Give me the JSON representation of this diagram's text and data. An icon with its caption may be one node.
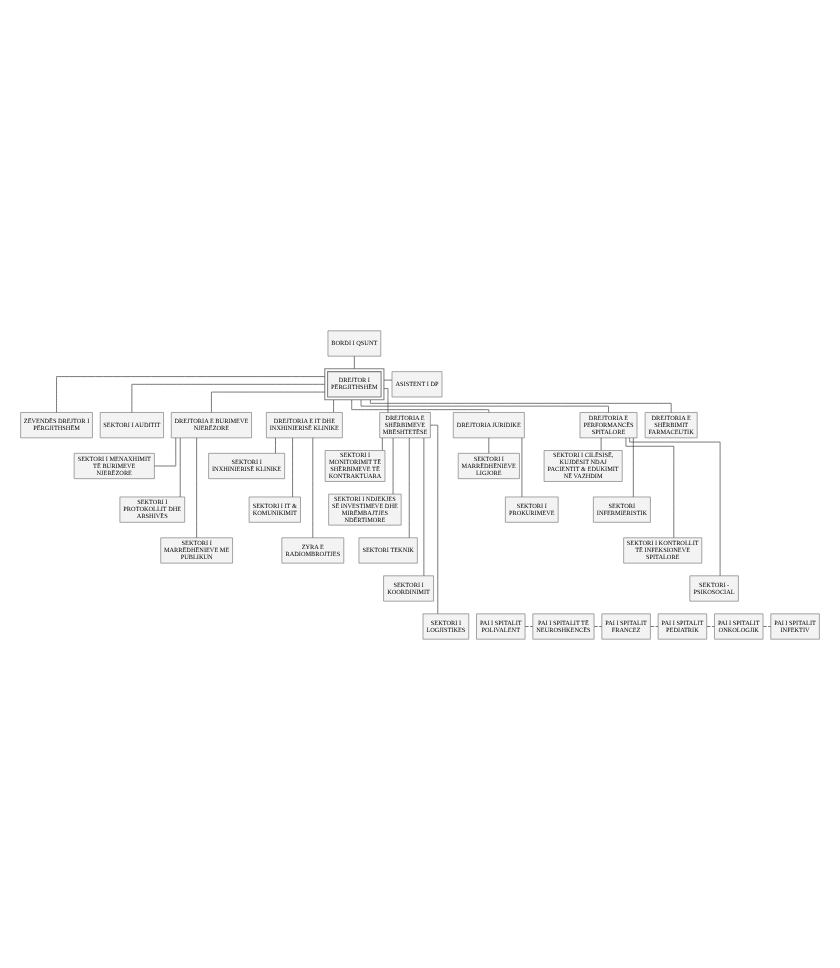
{
  "diagram": {
    "nodes": [
      {
        "text": [
          "BORDI I QSUNT"
        ]
      },
      {
        "text": [
          "DREJTOR I PËRGJITHSHËM"
        ]
      },
      {
        "text": [
          "ASISTENT I DP"
        ]
      },
      {
        "text": [
          "ZËVENDËS DREJTOR I PËRGJITHSHËM"
        ]
      },
      {
        "text": [
          "SEKTORI I AUDITIT"
        ]
      },
      {
        "text": [
          "DREJTORIA E BURIMEVE NJERËZORE"
        ]
      },
      {
        "text": [
          "SEKTORI I MENAXHIMIT TË BURIMEVE NJERËZORE"
        ]
      },
      {
        "text": [
          "SEKTORI I PROTOKOLLIT DHE ARSHIVËS"
        ]
      },
      {
        "text": [
          "SEKTORI I MARRËDHËNIEVE ME PUBLIKUN"
        ]
      },
      {
        "text": [
          "DREJTORIA E IT DHE INXHINIERISË KLINIKE"
        ]
      },
      {
        "text": [
          "SEKTORI I INXHINIERISË KLINIKE"
        ]
      },
      {
        "text": [
          "SEKTORI I IT & KOMUNIKIMIT"
        ]
      },
      {
        "text": [
          "ZYRA E RADIOMBROJTJES"
        ]
      },
      {
        "text": [
          "DREJTORIA E SHËRBIMEVE MBËSHTETËSE"
        ]
      },
      {
        "text": [
          "SEKTORI I MONITORIMIT TË SHËRBIMEVE TË KONTRAKTUARA"
        ]
      },
      {
        "text": [
          "SEKTORI I NDJEKJES SË INVESTIMEVE DHE MIRËMBAJTJES NDËRTIMORE"
        ]
      },
      {
        "text": [
          "SEKTORI TEKNIK"
        ]
      },
      {
        "text": [
          "SEKTORI I KOORDINIMIT"
        ]
      },
      {
        "text": [
          "SEKTORI I LOGJISTIKES"
        ]
      },
      {
        "text": [
          "DREJTORIA JURIDIKE"
        ]
      },
      {
        "text": [
          "SEKTORI I MARRËDHËNIEVE LIGJORE"
        ]
      },
      {
        "text": [
          "SEKTORI I PROKURIMEVE"
        ]
      },
      {
        "text": [
          "DREJTORIA E PERFORMANCËS SPITALORE"
        ]
      },
      {
        "text": [
          "SEKTORI I CILËSISË, KUJDESIT NDAJ PACIENTIT & EDUKIMIT NË VAZHDIM"
        ]
      },
      {
        "text": [
          "SEKTORI INFERMIERISTIK"
        ]
      },
      {
        "text": [
          "SEKTORI I KONTROLLIT TË INFEKSIONEVE SPITALORE"
        ]
      },
      {
        "text": [
          "SEKTORI - PSIKOSOCIAL"
        ]
      },
      {
        "text": [
          "DREJTORIA E SHËRBIMIT FARMACEUTIK"
        ]
      },
      {
        "text": [
          "PAI I SPITALIT POLIVALENT"
        ]
      },
      {
        "text": [
          "PAI I SPITALIT TË NEUROSHKENCËS"
        ]
      },
      {
        "text": [
          "PAI I SPITALIT FRANCEZ"
        ]
      },
      {
        "text": [
          "PAI I SPITALIT PEDIATRIK"
        ]
      },
      {
        "text": [
          "PAI I SPITALIT ONKOLOGJIK"
        ]
      },
      {
        "text": [
          "PAI I SPITALIT INFEKTIV"
        ]
      }
    ],
    "edges": [
      {
        "from": 0,
        "to": 1,
        "arrow": "none"
      },
      {
        "from": 1,
        "to": 2,
        "arrow": "none"
      },
      {
        "from": 1,
        "to": 3,
        "arrow": "none"
      },
      {
        "from": 1,
        "to": 4,
        "arrow": "none"
      },
      {
        "from": 1,
        "to": 5,
        "arrow": "none"
      },
      {
        "from": 1,
        "to": 9,
        "arrow": "none"
      },
      {
        "from": 1,
        "to": 13,
        "arrow": "none"
      },
      {
        "from": 1,
        "to": 19,
        "arrow": "none"
      },
      {
        "from": 1,
        "to": 22,
        "arrow": "none"
      },
      {
        "from": 1,
        "to": 27,
        "arrow": "none"
      },
      {
        "from": 5,
        "to": 6,
        "arrow": "none"
      },
      {
        "from": 5,
        "to": 7,
        "arrow": "none"
      },
      {
        "from": 5,
        "to": 8,
        "arrow": "none"
      },
      {
        "from": 9,
        "to": 10,
        "arrow": "none"
      },
      {
        "from": 9,
        "to": 11,
        "arrow": "none"
      },
      {
        "from": 9,
        "to": 12,
        "arrow": "none"
      },
      {
        "from": 13,
        "to": 14,
        "arrow": "none"
      },
      {
        "from": 13,
        "to": 15,
        "arrow": "none"
      },
      {
        "from": 13,
        "to": 16,
        "arrow": "none"
      },
      {
        "from": 13,
        "to": 17,
        "arrow": "none"
      },
      {
        "from": 13,
        "to": 18,
        "arrow": "none"
      },
      {
        "from": 19,
        "to": 20,
        "arrow": "none"
      },
      {
        "from": 19,
        "to": 21,
        "arrow": "none"
      },
      {
        "from": 22,
        "to": 23,
        "arrow": "none"
      },
      {
        "from": 22,
        "to": 24,
        "arrow": "none"
      },
      {
        "from": 22,
        "to": 25,
        "arrow": "none"
      },
      {
        "from": 22,
        "to": 26,
        "arrow": "none"
      },
      {
        "from": 28,
        "to": 29,
        "arrow": "none",
        "style": "dashed"
      },
      {
        "from": 29,
        "to": 30,
        "arrow": "none",
        "style": "dashed"
      },
      {
        "from": 30,
        "to": 31,
        "arrow": "none",
        "style": "dashed"
      },
      {
        "from": 31,
        "to": 32,
        "arrow": "none",
        "style": "dashed"
      },
      {
        "from": 32,
        "to": 33,
        "arrow": "none",
        "style": "dashed"
      }
    ]
  }
}
